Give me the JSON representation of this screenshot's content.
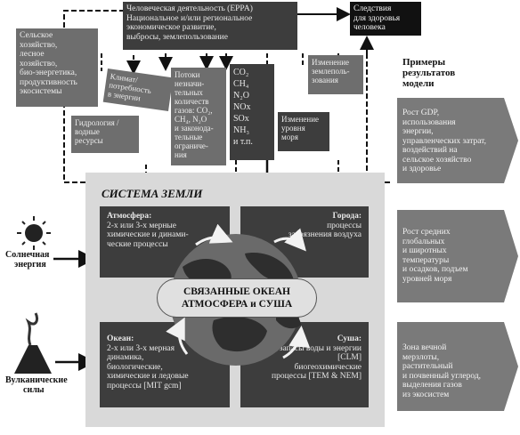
{
  "colors": {
    "dark_box": "#3d3d3d",
    "mid_box": "#6e6e6e",
    "panel_bg": "#d9d9d9",
    "arrow_right": "#7a7a7a",
    "line": "#111111"
  },
  "top": {
    "human_activity": [
      "Человеческая деятельность (EPPA)",
      "Национальное и/или региональное",
      "экономическое развитие,",
      "выбросы, землепользование"
    ],
    "health": [
      "Следствия",
      "для здоровья",
      "человека"
    ]
  },
  "inputs": {
    "agri": [
      "Сельское",
      "хозяйство,",
      "лесное",
      "хозяйство,",
      "био-энергетика,",
      "продуктивность",
      "экосистемы"
    ],
    "climate_energy": [
      "Климат/",
      "потребность",
      "в энергии"
    ],
    "hydrology": [
      "Гидрология /",
      "водные",
      "ресурсы"
    ],
    "flows": [
      "Потоки",
      "незначи-",
      "тельных",
      "количеств",
      "газов: CO₂,",
      "CH₄, N₂O",
      "и законода-",
      "тельные",
      "ограниче-",
      "ния"
    ],
    "gases": [
      "CO₂",
      "CH₄",
      "N₂O",
      "NOx",
      "SOx",
      "NH₃",
      "и т.п."
    ],
    "land_use": [
      "Изменение",
      "землеполь-",
      "зования"
    ],
    "sea_level": [
      "Изменение",
      "уровня",
      "моря"
    ]
  },
  "earth_system": {
    "title": "СИСТЕМА ЗЕМЛИ",
    "atmosphere": {
      "title": "Атмосфера:",
      "text": [
        "2-х или 3-х мерные",
        "химические и динами-",
        "ческие процессы"
      ]
    },
    "cities": {
      "title": "Города:",
      "text": [
        "процессы",
        "загрязнения воздуха"
      ]
    },
    "coupled": [
      "СВЯЗАННЫЕ ОКЕАН",
      "АТМОСФЕРА и СУША"
    ],
    "ocean": {
      "title": "Океан:",
      "text": [
        "2-х или 3-х мерная",
        "динамика,",
        "биологические,",
        "химические и ледовые",
        "процессы [MIT gcm]"
      ]
    },
    "land": {
      "title": "Суша:",
      "text": [
        "запасы воды и энергии",
        "[CLM]",
        "биогеохимические",
        "процессы [TEM & NEM]"
      ]
    }
  },
  "external": {
    "solar": [
      "Солнечная",
      "энергия"
    ],
    "volcanic": [
      "Вулканические",
      "силы"
    ]
  },
  "results": {
    "heading": [
      "Примеры",
      "результатов",
      "модели"
    ],
    "items": [
      [
        "Рост GDP,",
        "использования",
        "энергии,",
        "управленческих затрат,",
        "воздействий на",
        "сельское хозяйство",
        "и здоровье"
      ],
      [
        "Рост средних",
        "глобальных",
        "и широтных",
        "температуры",
        "и осадков, подъем",
        "уровней моря"
      ],
      [
        "Зона вечной",
        "мерзлоты,",
        "растительный",
        "и почвенный углерод,",
        "выделения газов",
        "из экосистем"
      ]
    ]
  }
}
